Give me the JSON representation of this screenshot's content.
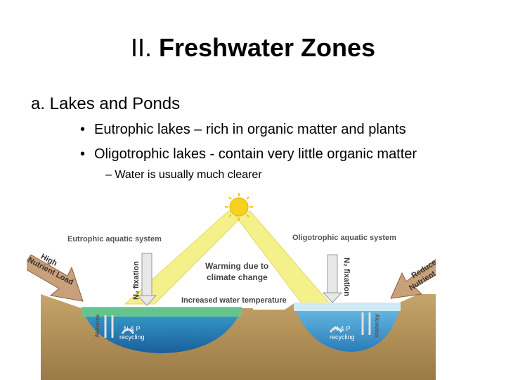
{
  "slide": {
    "title_prefix": "II.",
    "title_main": "Freshwater Zones",
    "heading": "a. Lakes and Ponds",
    "bullets": [
      {
        "marker": "•",
        "text": "Eutrophic lakes – rich in organic matter and plants"
      },
      {
        "marker": "•",
        "text": "Oligotrophic lakes  - contain very little organic matter"
      }
    ],
    "sub_bullet": {
      "marker": "–",
      "text": "Water is usually much clearer"
    }
  },
  "figure": {
    "left_system": "Eutrophic aquatic system",
    "right_system": "Oligotrophic aquatic system",
    "left_load": [
      "High",
      "Nutrient Load"
    ],
    "right_load": [
      "Reduced",
      "Nutrient Load"
    ],
    "n2_fixation": "N₂ fixation",
    "warming": [
      "Warming due to",
      "climate change"
    ],
    "water_temp": "Increased water temperature",
    "akinetes": "Akinetes",
    "recycling": [
      "N & P",
      "recycling"
    ],
    "colors": {
      "sun": "#f5d21c",
      "beam": "#f4f08a",
      "soil": "#b8975e",
      "water": "#2a8cc4",
      "algae": "#6cc88a",
      "arrow": "#c8a07a"
    }
  }
}
